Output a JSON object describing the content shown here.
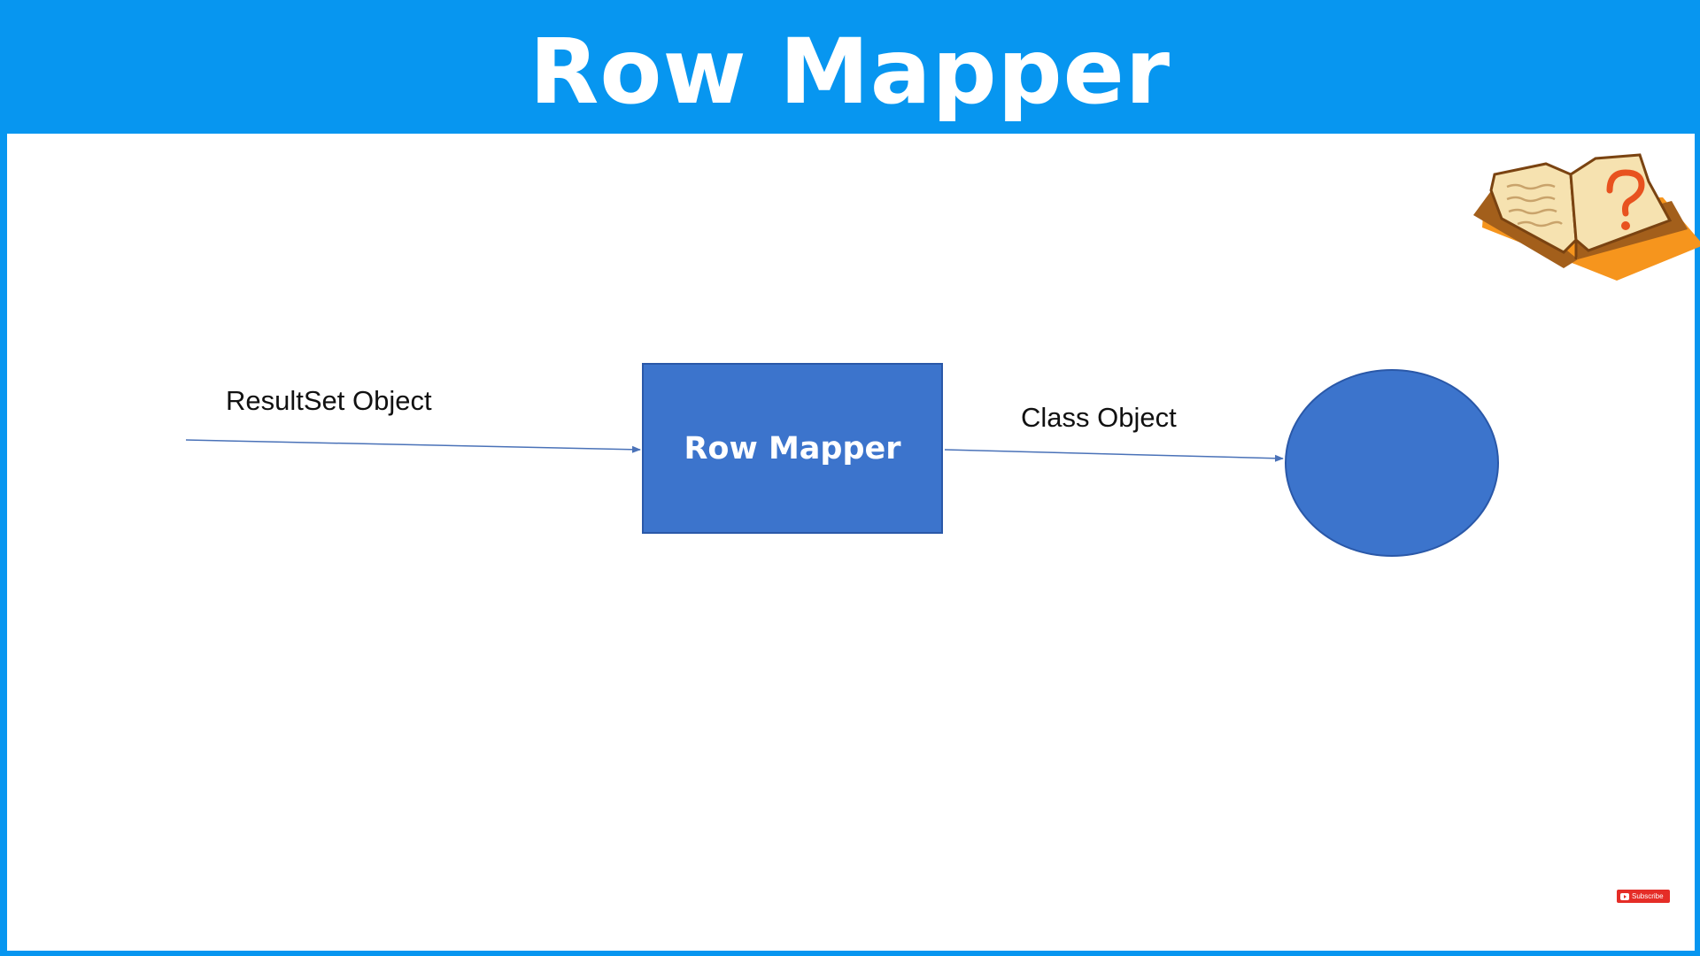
{
  "slide": {
    "title": "Row Mapper"
  },
  "diagram": {
    "input_label": "ResultSet Object",
    "process_label": "Row Mapper",
    "output_label": "Class Object"
  },
  "subscribe": {
    "label": "Subscribe"
  },
  "colors": {
    "header": "#0796f0",
    "shape_fill": "#3c74cc",
    "arrow": "#4a72b8"
  },
  "icons": {
    "book": "open-book-question-icon"
  }
}
